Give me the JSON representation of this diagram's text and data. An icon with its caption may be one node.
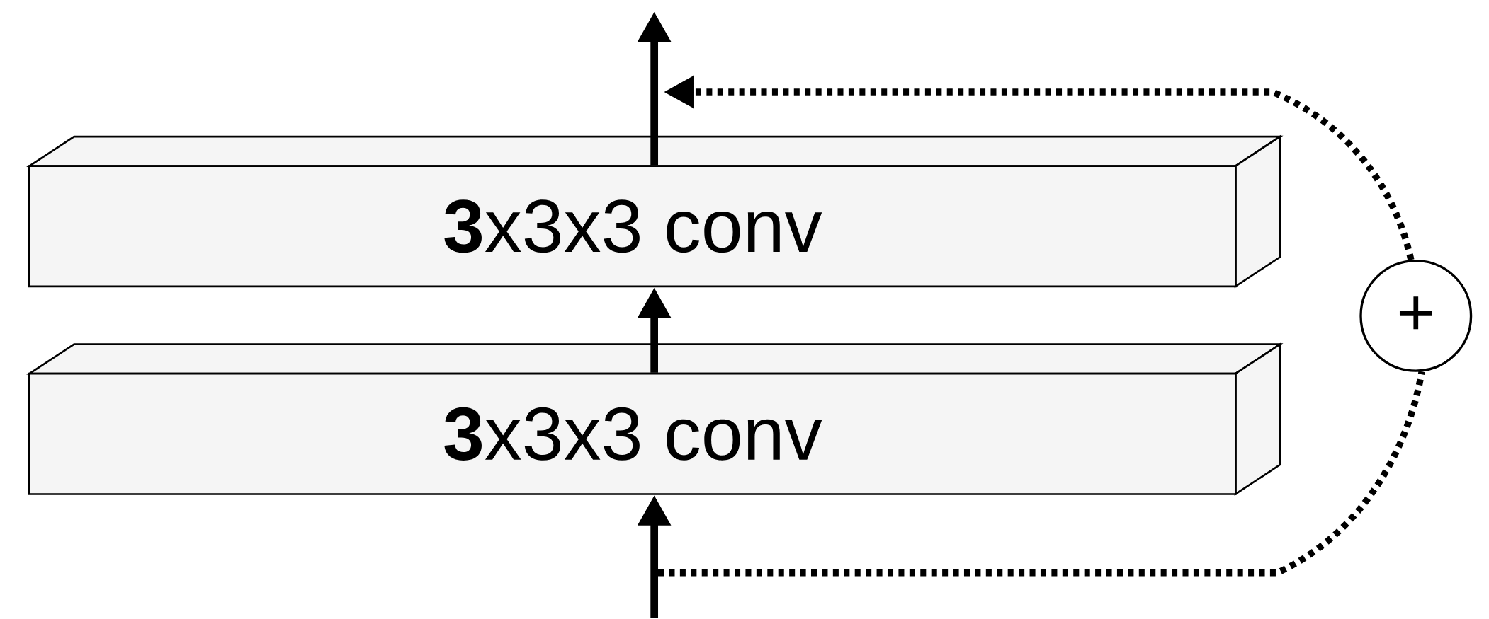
{
  "diagram": {
    "nodes": [
      {
        "text": [
          "**3**x3x3 conv"
        ]
      },
      {
        "text": [
          "**3**x3x3 conv"
        ]
      },
      {
        "text": [
          "+"
        ]
      }
    ],
    "edges": [
      {
        "from": null,
        "to": 1,
        "arrow": "to"
      },
      {
        "from": 1,
        "to": 0,
        "arrow": "to"
      },
      {
        "from": 0,
        "to": null,
        "arrow": "to"
      },
      {
        "from": null,
        "to": 2,
        "arrow": "none",
        "style": "dashed"
      },
      {
        "from": 2,
        "to": null,
        "arrow": "to",
        "style": "dashed"
      }
    ]
  }
}
